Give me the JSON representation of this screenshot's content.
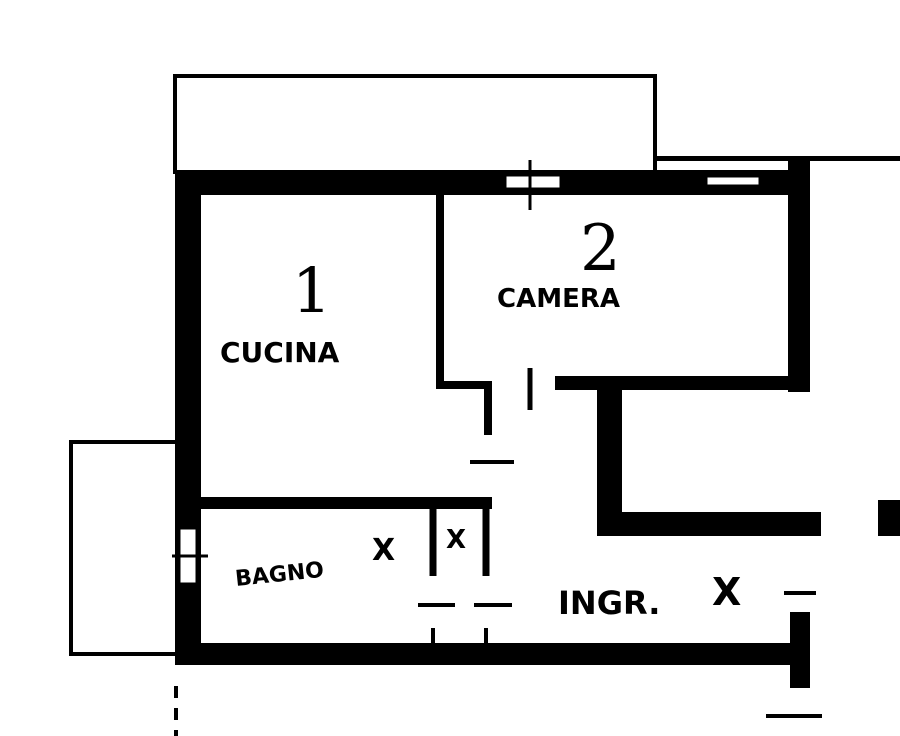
{
  "rooms": [
    {
      "number": "1",
      "name": "CUCINA"
    },
    {
      "number": "2",
      "name": "CAMERA"
    },
    {
      "name": "BAGNO",
      "mark": "X"
    },
    {
      "name": "INGR.",
      "mark": "X"
    }
  ],
  "closet_mark": "X",
  "colors": {
    "wall": "#000000",
    "background": "#ffffff"
  }
}
